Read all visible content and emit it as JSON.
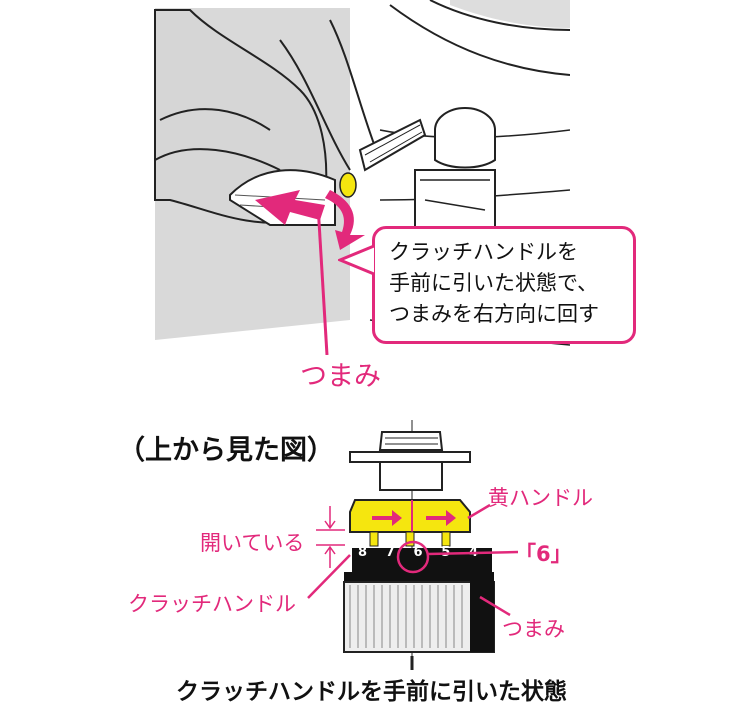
{
  "top_figure": {
    "callout_lines": [
      "クラッチハンドルを",
      "手前に引いた状態で、",
      "つまみを右方向に回す"
    ],
    "knob_label": "つまみ"
  },
  "bottom_figure": {
    "title": "（上から見た図）",
    "labels": {
      "yellow_handle": "黄ハンドル",
      "gap": "開いている",
      "clutch_handle": "クラッチハンドル",
      "setting": "「6」",
      "knob": "つまみ"
    },
    "dial_numbers": [
      "8",
      "7",
      "6",
      "5",
      "4"
    ],
    "caption": "クラッチハンドルを手前に引いた状態"
  },
  "colors": {
    "accent": "#e2297b",
    "yellow": "#f5e60f",
    "line_art": "#222222",
    "shade": "#d9d9d9"
  }
}
